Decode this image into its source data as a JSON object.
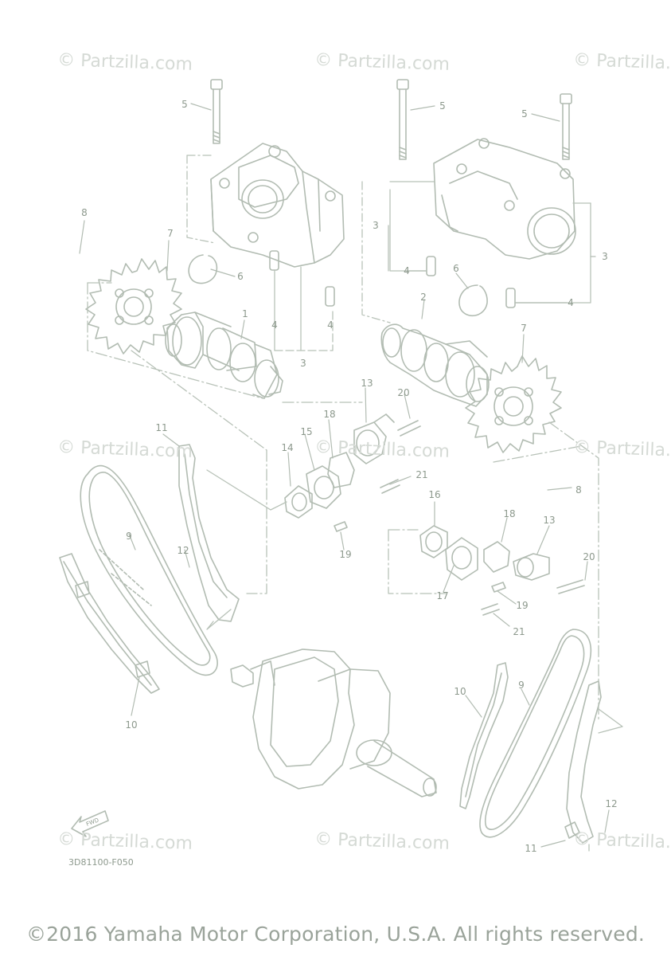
{
  "diagram": {
    "callouts": {
      "c1": "1",
      "c2": "2",
      "c3a": "3",
      "c3b": "3",
      "c3c": "3",
      "c4a": "4",
      "c4b": "4",
      "c4c": "4",
      "c4d": "4",
      "c5a": "5",
      "c5b": "5",
      "c5c": "5",
      "c6a": "6",
      "c6b": "6",
      "c7a": "7",
      "c7b": "7",
      "c8a": "8",
      "c8b": "8",
      "c9a": "9",
      "c9b": "9",
      "c10a": "10",
      "c10b": "10",
      "c11a": "11",
      "c11b": "11",
      "c12a": "12",
      "c12b": "12",
      "c13a": "13",
      "c13b": "13",
      "c14": "14",
      "c15": "15",
      "c16": "16",
      "c17": "17",
      "c18a": "18",
      "c18b": "18",
      "c19a": "19",
      "c19b": "19",
      "c20a": "20",
      "c20b": "20",
      "c21a": "21",
      "c21b": "21"
    },
    "diagram_code": "3D81100-F050",
    "fwd_label": "FWD"
  },
  "watermarks": {
    "w1": "© Partzilla.com",
    "w2": "© Partzilla.com",
    "w3": "© Partzilla.com",
    "w4": "© Partzilla.com",
    "w5": "© Partzilla.com",
    "w6": "© Partzilla.com",
    "w7": "© Partzilla.com",
    "w8": "© Partzilla.com",
    "w9": "© Partzilla.com"
  },
  "footer": {
    "copyright": "©2016 Yamaha Motor Corporation, U.S.A. All rights reserved."
  },
  "colors": {
    "line": "#a6b1a6",
    "text": "#8d998d",
    "watermark": "#d5dad5"
  }
}
